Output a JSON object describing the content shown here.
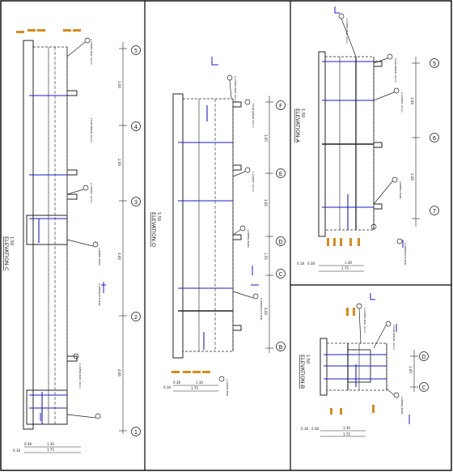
{
  "sheet": {
    "panels": [
      {
        "title": "ELEVATION-C",
        "scale": "1:50"
      },
      {
        "title": "ELEVATION-D",
        "scale": "1:50"
      },
      {
        "title": "ELEVATION-A",
        "scale": "1:50"
      },
      {
        "title": "ELEVATION-B",
        "scale": "1:50"
      }
    ]
  },
  "grid_bubbles": {
    "c": [
      "5",
      "4",
      "3",
      "2",
      "1"
    ],
    "d": [
      "F",
      "E",
      "D",
      "C",
      "B"
    ],
    "a": [
      "5",
      "6",
      "7"
    ],
    "b": [
      "D",
      "C"
    ]
  },
  "dimensions": {
    "c": [
      "0.18",
      "0.38",
      "1.30",
      "1.75"
    ],
    "d": [
      "0.18",
      "0.38",
      "1.30",
      "1.75"
    ],
    "a": [
      "0.18",
      "0.38",
      "1.30",
      "1.75"
    ],
    "b": [
      "0.18",
      "0.38",
      "1.30",
      "1.75"
    ]
  },
  "colors": {
    "line": "#222222",
    "rebar": "#1a1ad4",
    "note": "#d98a1a",
    "border": "#000000"
  }
}
